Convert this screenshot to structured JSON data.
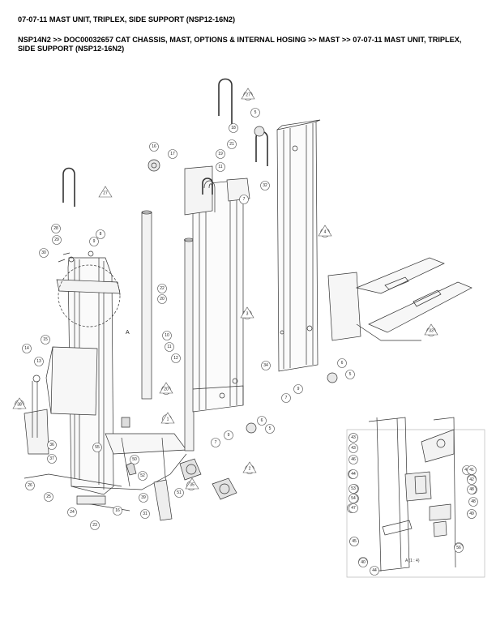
{
  "header": {
    "title": "07-07-11 MAST UNIT, TRIPLEX, SIDE SUPPORT (NSP12-16N2)",
    "breadcrumb": "NSP14N2 >> DOC00032657 CAT CHASSIS, MAST, OPTIONS & INTERNAL HOSING >> MAST >> 07-07-11 MAST UNIT, TRIPLEX, SIDE SUPPORT (NSP12-16N2)"
  },
  "callouts": [
    "1",
    "2",
    "3",
    "4",
    "5",
    "6",
    "7",
    "8",
    "9",
    "10",
    "11",
    "12",
    "13",
    "14",
    "15",
    "16",
    "17",
    "18",
    "19",
    "20",
    "21",
    "22",
    "23",
    "24",
    "25",
    "26",
    "27",
    "28",
    "29",
    "30",
    "31",
    "32",
    "33",
    "34",
    "35",
    "36",
    "37",
    "38",
    "39",
    "40",
    "41",
    "42",
    "43",
    "44",
    "45",
    "46",
    "47",
    "48",
    "49",
    "50",
    "51",
    "52",
    "53",
    "54",
    "55",
    "56"
  ],
  "triangle_labels": [
    "1",
    "2",
    "3",
    "4",
    "20",
    "27",
    "33",
    "35",
    "38"
  ],
  "detail_labels": [
    "41",
    "42",
    "43",
    "44",
    "45",
    "46",
    "47",
    "48",
    "49",
    "53",
    "54",
    "56",
    "40",
    "44",
    "43"
  ],
  "detail_ref": "A",
  "detail_caption": "A (1 : 4)"
}
